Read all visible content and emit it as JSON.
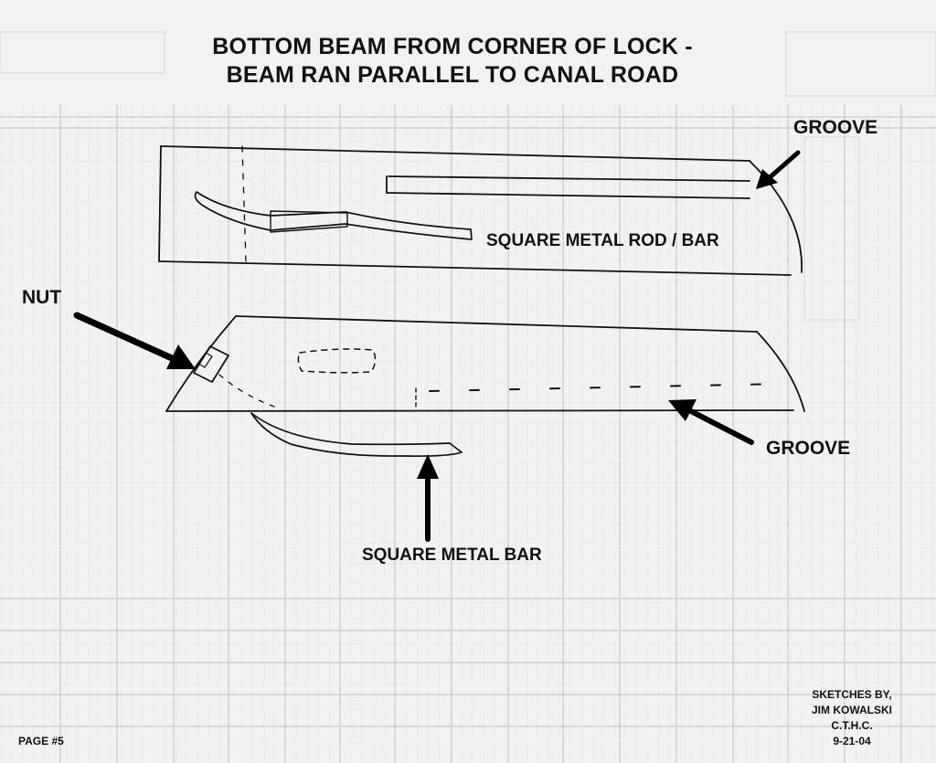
{
  "title": {
    "line1": "BOTTOM BEAM FROM CORNER OF LOCK -",
    "line2": "BEAM RAN PARALLEL TO CANAL ROAD"
  },
  "labels": {
    "groove_top": "GROOVE",
    "square_metal_rod_bar": "SQUARE METAL ROD / BAR",
    "nut": "NUT",
    "groove_bottom": "GROOVE",
    "square_metal_bar": "SQUARE METAL BAR"
  },
  "credits": {
    "line1": "SKETCHES BY,",
    "line2": "JIM KOWALSKI",
    "line3": "C.T.H.C.",
    "line4": "9-21-04"
  },
  "page_number": "PAGE #5",
  "colors": {
    "ink": "#111111",
    "paper": "#f2f2f2",
    "grid": "#d4d4d4"
  }
}
